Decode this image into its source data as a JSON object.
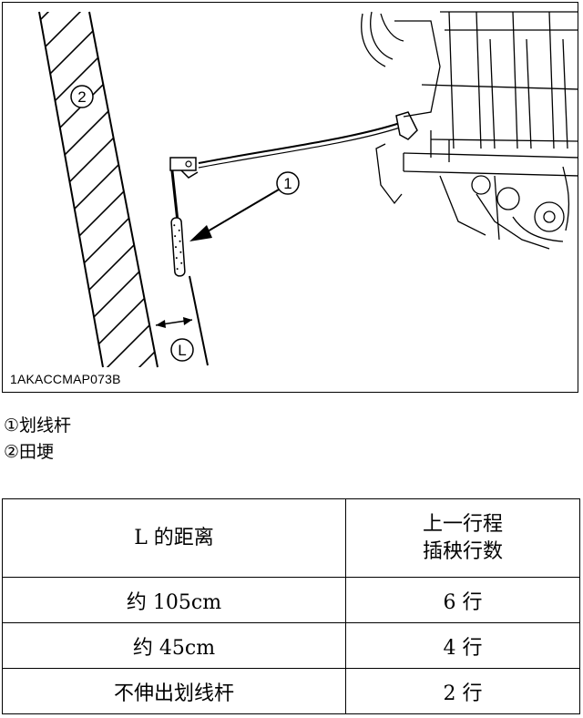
{
  "figure": {
    "code": "1AKACCMAP073B",
    "callout_1": "1",
    "callout_2": "2",
    "dimension_label": "L"
  },
  "legend": [
    {
      "marker": "①",
      "text": "划线杆"
    },
    {
      "marker": "②",
      "text": "田埂"
    }
  ],
  "table": {
    "headers": {
      "col1": "L 的距离",
      "col2_line1": "上一行程",
      "col2_line2": "插秧行数"
    },
    "rows": [
      {
        "distance": "约 105cm",
        "rows_count": "6 行"
      },
      {
        "distance": "约 45cm",
        "rows_count": "4 行"
      },
      {
        "distance": "不伸出划线杆",
        "rows_count": "2 行"
      }
    ]
  }
}
